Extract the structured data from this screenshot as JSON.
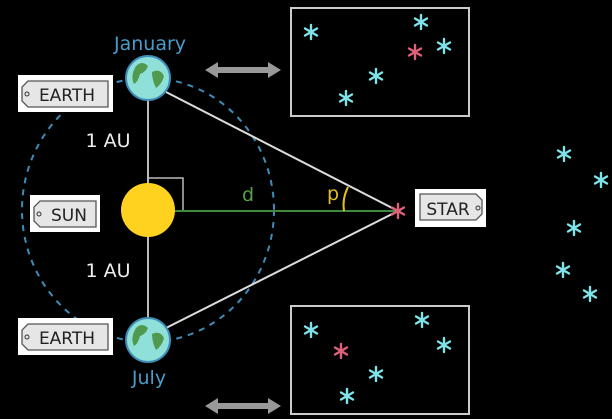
{
  "labels": {
    "january": "January",
    "july": "July",
    "au_top": "1 AU",
    "au_bottom": "1 AU",
    "distance": "d",
    "parallax": "p"
  },
  "tags": {
    "earth_top": "EARTH",
    "sun": "SUN",
    "earth_bottom": "EARTH",
    "star": "STAR"
  },
  "colors": {
    "background": "#000000",
    "month_label": "#4a9cc8",
    "orbit": "#3d8db8",
    "distance_line": "#3f8a3f",
    "parallax_label": "#e0c020",
    "sun": "#ffd21f",
    "star_background": "#7fe3ea",
    "star_target": "#e0607a"
  }
}
